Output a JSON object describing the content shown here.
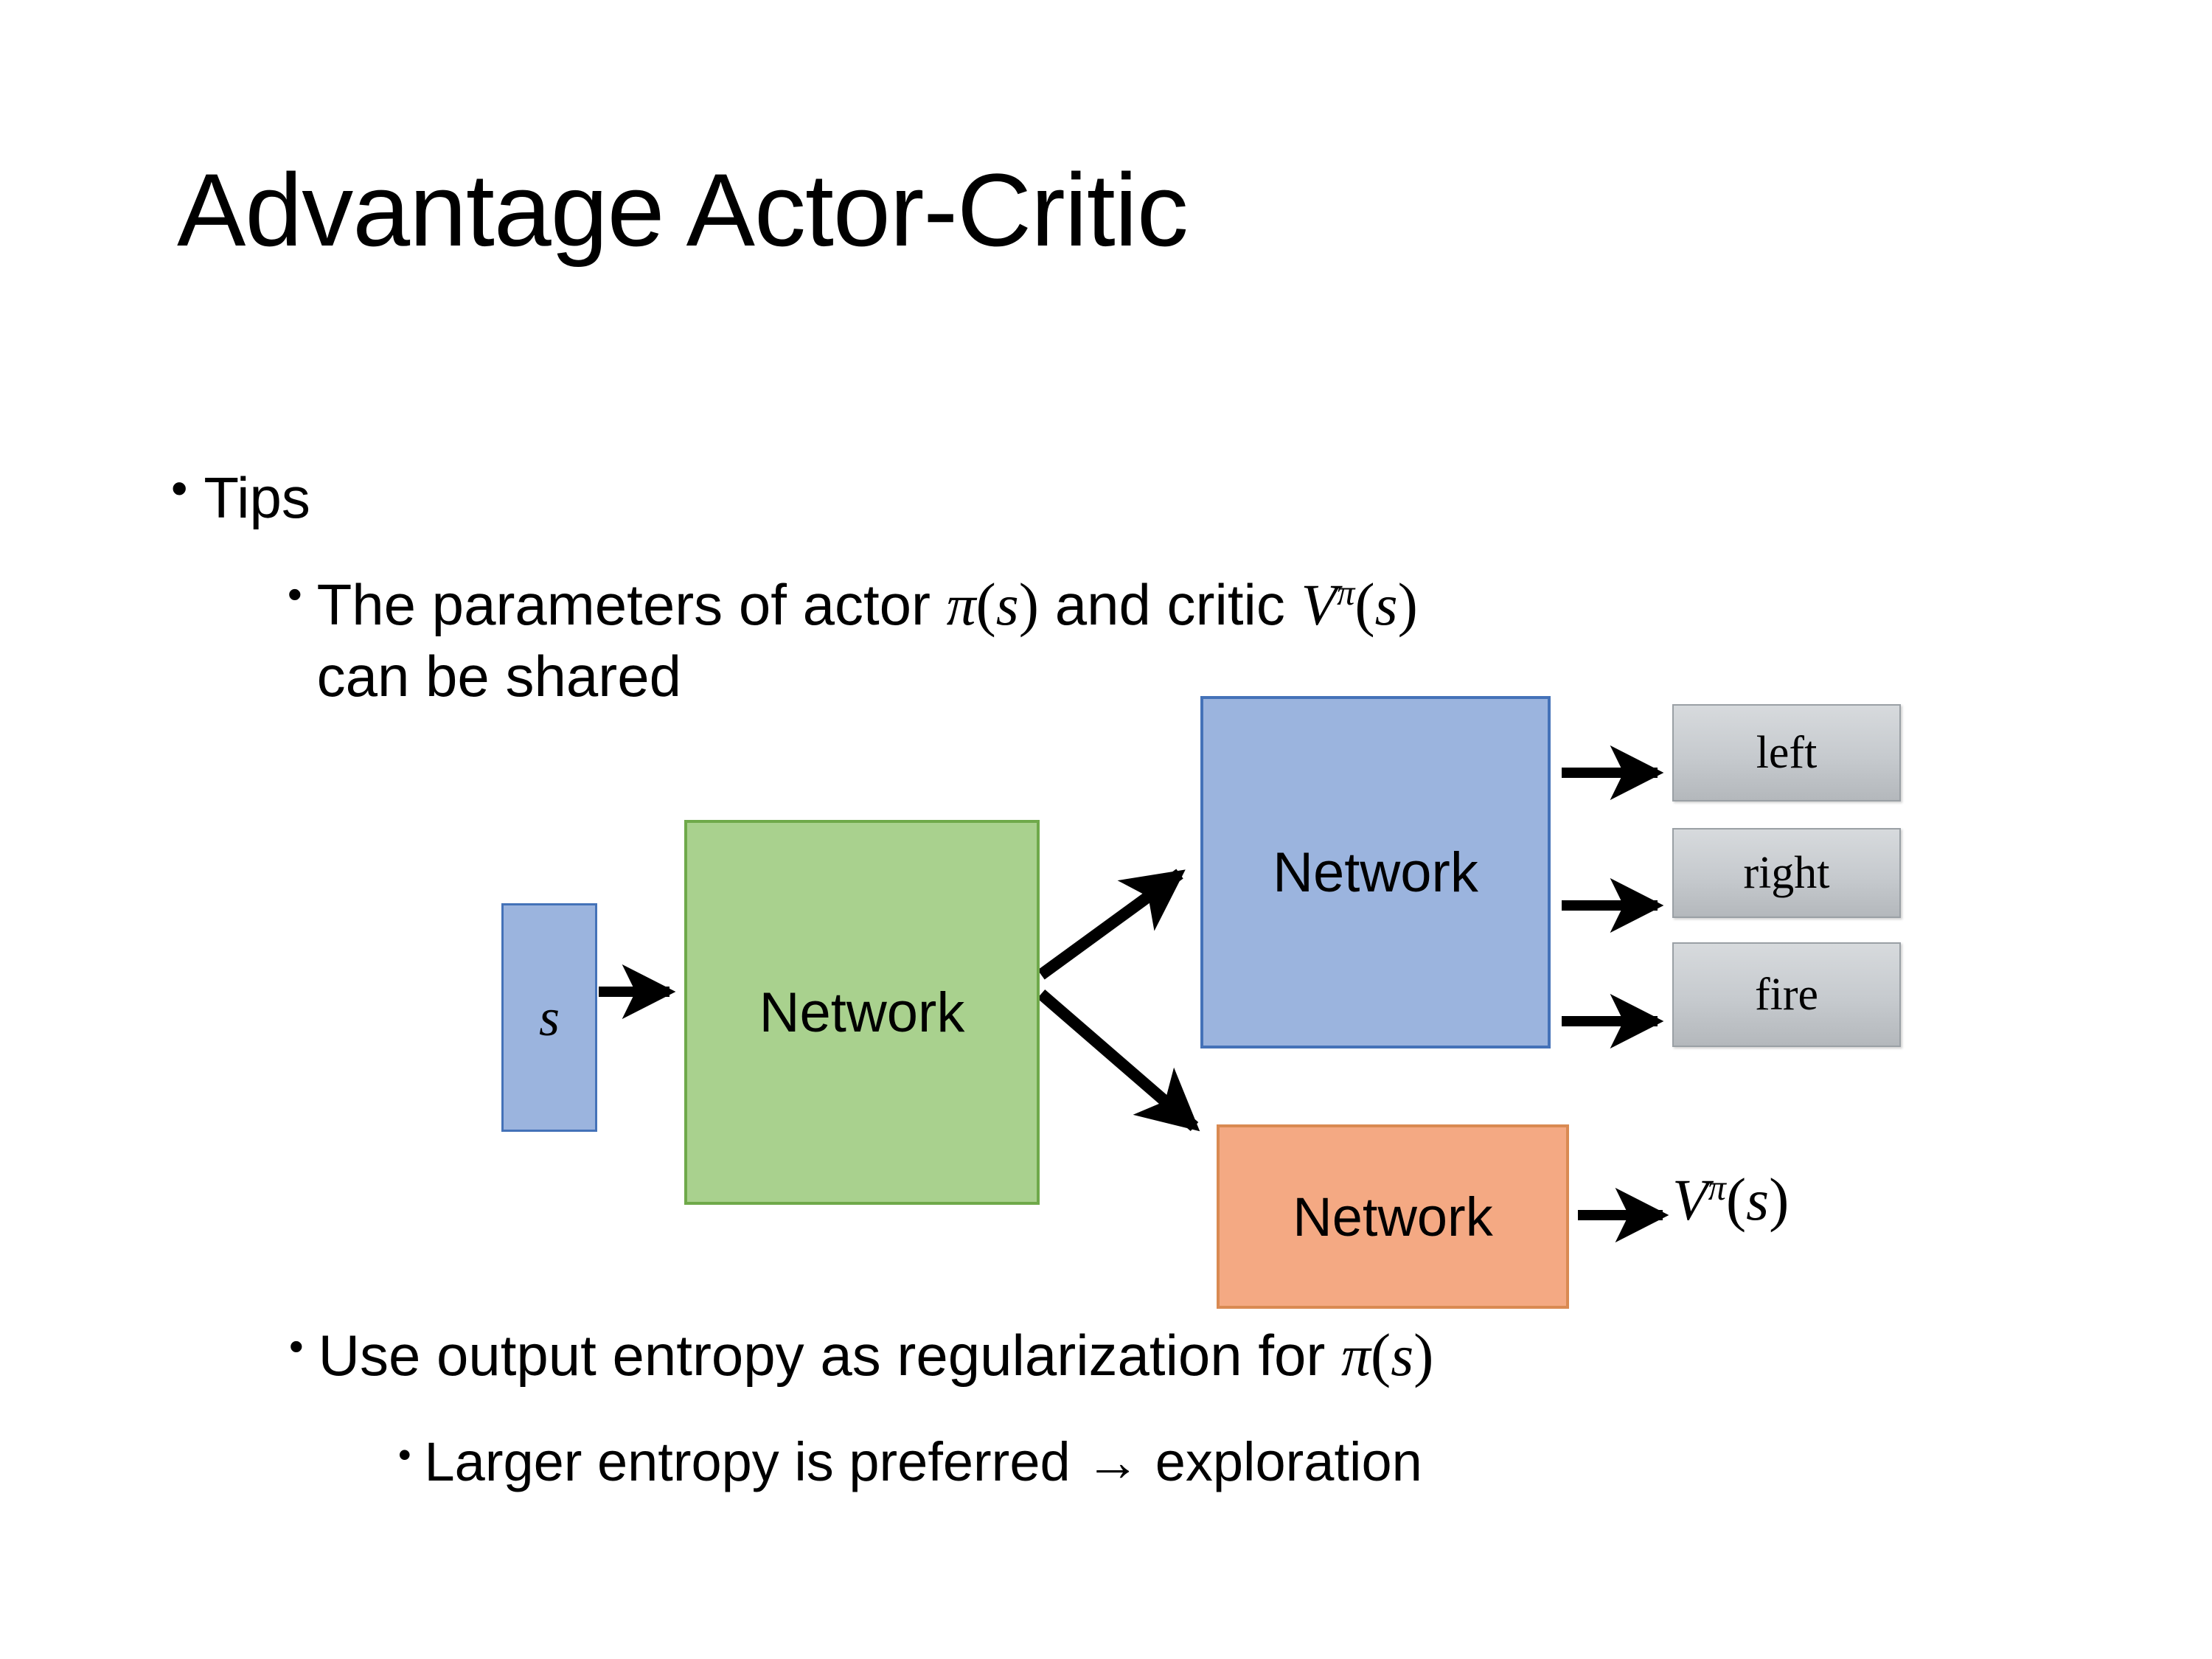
{
  "slide": {
    "title": "Advantage Actor-Critic",
    "background": "#ffffff"
  },
  "bullets": {
    "tips": {
      "marker": "•",
      "text": "Tips"
    },
    "shared_params": {
      "marker": "•",
      "line1_pre": "The parameters of actor ",
      "math_actor_pi": "π",
      "math_actor_paren_open": "(",
      "math_actor_s": "s",
      "math_actor_paren_close": ")",
      "line1_mid": "  and critic ",
      "math_critic_V": "V",
      "math_critic_sup": "π",
      "math_critic_paren_open": "(",
      "math_critic_s": "s",
      "math_critic_paren_close": ")",
      "line2": "can be shared"
    },
    "entropy": {
      "marker": "•",
      "pre": "Use output entropy as regularization for ",
      "math_pi": "π",
      "math_paren_open": "(",
      "math_s": "s",
      "math_paren_close": ")"
    },
    "larger_entropy": {
      "marker": "•",
      "text": "Larger entropy is preferred → exploration"
    }
  },
  "diagram": {
    "state_box": {
      "label": "s",
      "fill": "#9BB4DE",
      "stroke": "#4472B8"
    },
    "shared_network": {
      "label": "Network",
      "fill": "#A9D18E",
      "stroke": "#6FA94A"
    },
    "actor_network": {
      "label": "Network",
      "fill": "#9BB4DE",
      "stroke": "#4472B8"
    },
    "critic_network": {
      "label": "Network",
      "fill": "#F4A983",
      "stroke": "#D98A52"
    },
    "actions": [
      {
        "label": "left"
      },
      {
        "label": "right"
      },
      {
        "label": "fire"
      }
    ],
    "critic_output": {
      "V": "V",
      "sup": "π",
      "paren_open": "(",
      "s": "s",
      "paren_close": ")"
    },
    "arrow_color": "#000000"
  }
}
